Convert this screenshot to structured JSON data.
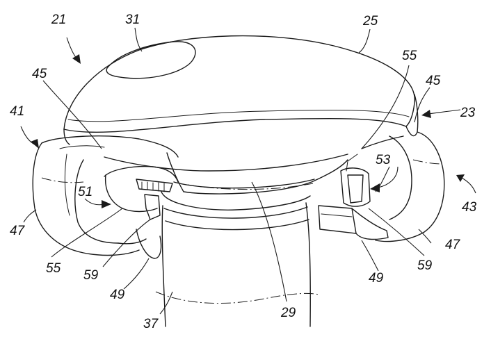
{
  "figure": {
    "labels": {
      "l21": "21",
      "l31": "31",
      "l25": "25",
      "l45a": "45",
      "l55a": "55",
      "l45b": "45",
      "l41": "41",
      "l23": "23",
      "l53": "53",
      "l51": "51",
      "l47a": "47",
      "l43": "43",
      "l47b": "47",
      "l55b": "55",
      "l59a": "59",
      "l49a": "49",
      "l59b": "59",
      "l49b": "49",
      "l37": "37",
      "l29": "29"
    }
  }
}
